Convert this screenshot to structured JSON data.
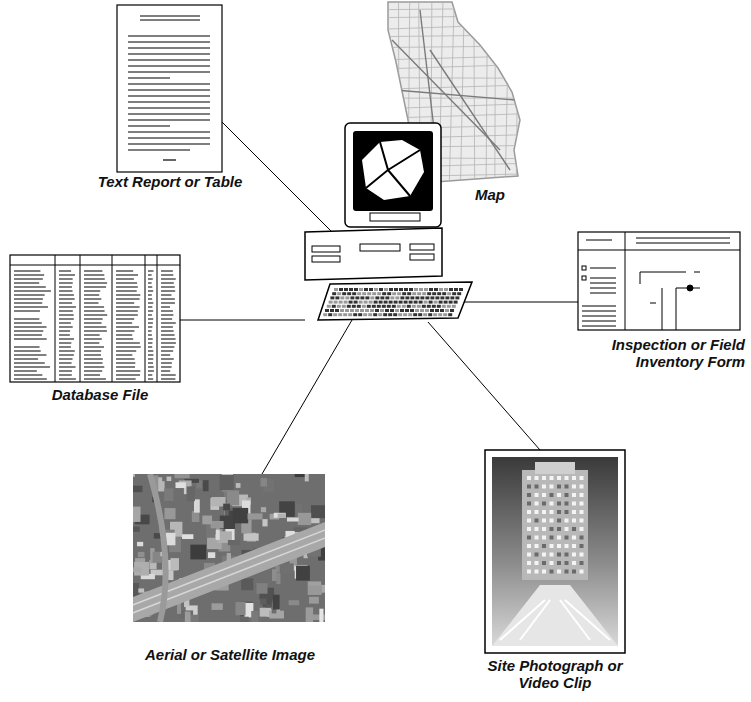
{
  "diagram": {
    "nodes": [
      {
        "text": [
          "Text Report or Table"
        ]
      },
      {
        "text": [
          "Map"
        ]
      },
      {
        "text": [
          "Database File"
        ]
      },
      {
        "text": [
          "Inspection or Field Inventory Form"
        ]
      },
      {
        "text": [
          "Aerial or Satellite Image"
        ]
      },
      {
        "text": [
          "Site Photograph or Video Clip"
        ]
      }
    ]
  }
}
